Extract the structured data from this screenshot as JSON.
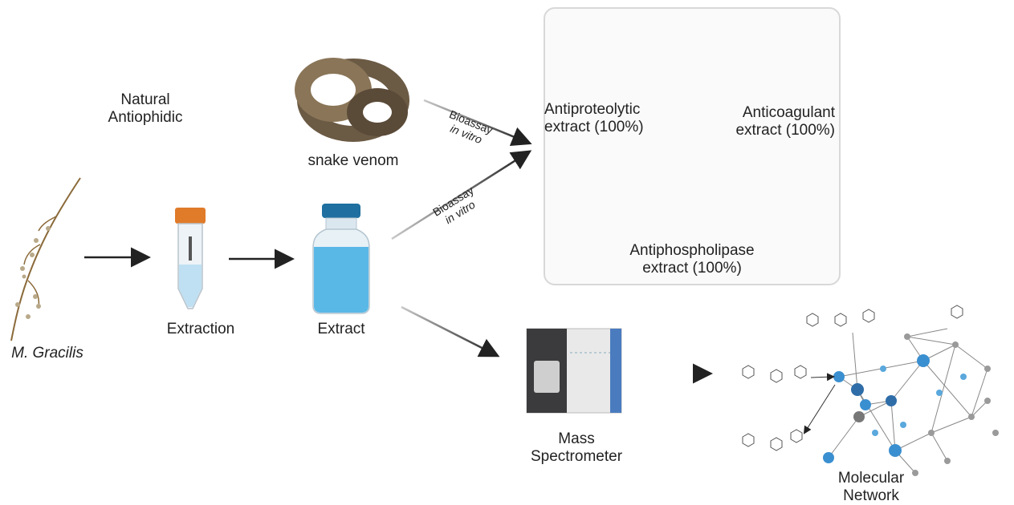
{
  "labels": {
    "natural_line1": "Natural",
    "natural_line2": "Antiophidic",
    "plant": "M. Gracilis",
    "extraction": "Extraction",
    "extract": "Extract",
    "snake_venom": "snake venom",
    "bioassay": "Bioassay",
    "in_vitro": "in vitro",
    "mass_line1": "Mass",
    "mass_line2": "Spectrometer",
    "network_line1": "Molecular",
    "network_line2": "Network"
  },
  "results": {
    "antiproteolytic_line1": "Antiproteolytic",
    "antiproteolytic_line2": "extract (100%)",
    "anticoagulant_line1": "Anticoagulant",
    "anticoagulant_line2": "extract (100%)",
    "antiphospholipase_line1": "Antiphospholipase",
    "antiphospholipase_line2": "extract (100%)"
  },
  "colors": {
    "arrow": "#222222",
    "tube_cap": "#e07b2a",
    "liquid": "#5ab8e6",
    "bottle_cap": "#1f6fa0",
    "plate": "#6b1a1a",
    "node_blue": "#3a8fd0",
    "node_grey": "#9a9a9a"
  }
}
